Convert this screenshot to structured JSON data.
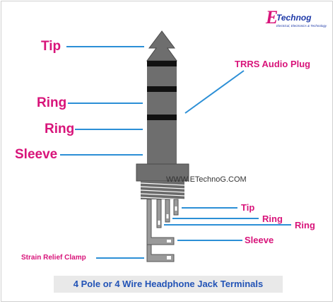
{
  "logo": {
    "letter": "E",
    "name": "Technog",
    "tagline": "Electrical, Electronics & Technology"
  },
  "plug_title": "TRRS Audio Plug",
  "watermark": "WWW.ETechnoG.COM",
  "plug_labels": {
    "tip": "Tip",
    "ring1": "Ring",
    "ring2": "Ring",
    "sleeve": "Sleeve"
  },
  "terminal_labels": {
    "tip": "Tip",
    "ring1": "Ring",
    "ring2": "Ring",
    "sleeve": "Sleeve",
    "clamp": "Strain Relief Clamp"
  },
  "caption": "4 Pole or 4 Wire Headphone Jack Terminals",
  "colors": {
    "label": "#d8147a",
    "leader": "#2c8fd6",
    "plug_body": "#6e6e6e",
    "plug_dark": "#4a4a4a",
    "insulator": "#111111",
    "caption_text": "#2253b6"
  }
}
